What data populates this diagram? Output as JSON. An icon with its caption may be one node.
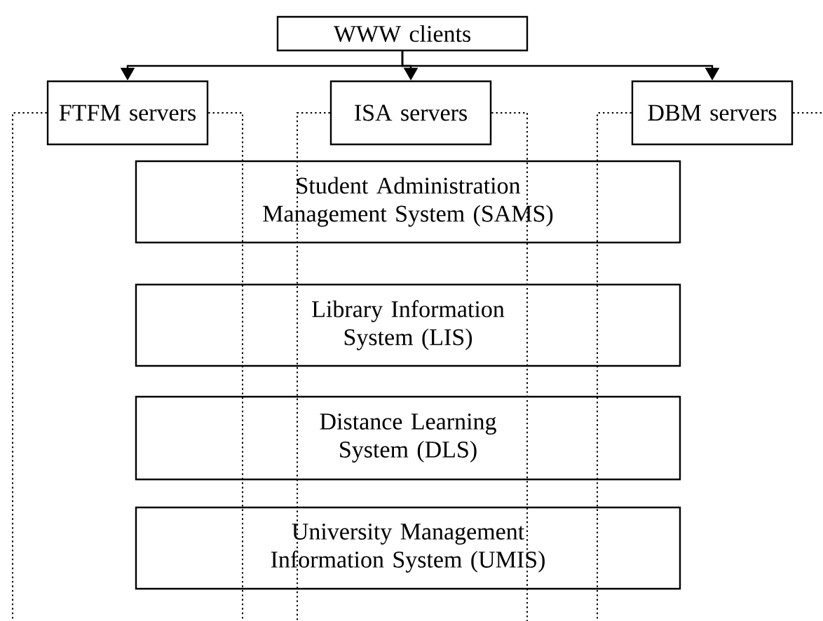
{
  "diagram": {
    "nodes": [
      {
        "text": [
          "WWW clients"
        ]
      },
      {
        "text": [
          "FTFM servers"
        ]
      },
      {
        "text": [
          "ISA servers"
        ]
      },
      {
        "text": [
          "DBM servers"
        ]
      },
      {
        "text": [
          "Student Administration Management System (SAMS)"
        ]
      },
      {
        "text": [
          "Library Information System (LIS)"
        ]
      },
      {
        "text": [
          "Distance Learning System (DLS)"
        ]
      },
      {
        "text": [
          "University Management Information System (UMIS)"
        ]
      }
    ],
    "edges": [
      {
        "from": 0,
        "to": 1,
        "arrow": "to"
      },
      {
        "from": 0,
        "to": 2,
        "arrow": "to"
      },
      {
        "from": 0,
        "to": 3,
        "arrow": "to"
      },
      {
        "from": 1,
        "to": null,
        "arrow": "none",
        "style": "dashed"
      },
      {
        "from": 1,
        "to": null,
        "arrow": "none",
        "style": "dashed"
      },
      {
        "from": 2,
        "to": null,
        "arrow": "none",
        "style": "dashed"
      },
      {
        "from": 2,
        "to": null,
        "arrow": "none",
        "style": "dashed"
      },
      {
        "from": 3,
        "to": null,
        "arrow": "none",
        "style": "dashed"
      },
      {
        "from": 3,
        "to": null,
        "arrow": "none",
        "style": "dashed"
      }
    ]
  }
}
